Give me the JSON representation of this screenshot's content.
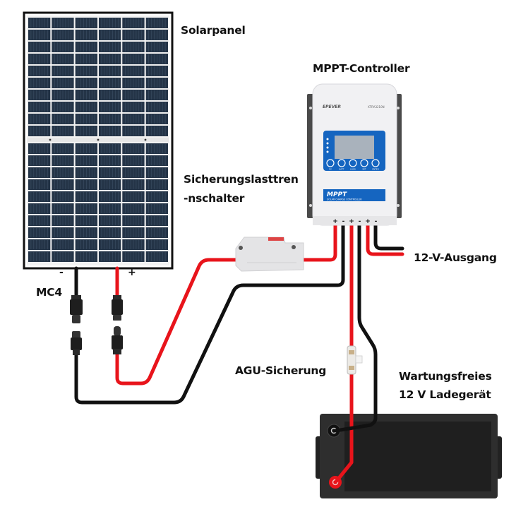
{
  "labels": {
    "solar_panel": "Solarpanel",
    "mppt_controller": "MPPT-Controller",
    "breaker_line1": "Sicherungslasttren",
    "breaker_line2": "-nschalter",
    "output_12v": "12-V-Ausgang",
    "mc4": "MC4",
    "agu_fuse": "AGU-Sicherung",
    "battery_line1": "Wartungsfreies",
    "battery_line2": "12 V Ladegerät"
  },
  "panel": {
    "negative_sign": "-",
    "positive_sign": "+",
    "columns": 6,
    "rows_per_half": 10
  },
  "controller": {
    "brand": "EPEVER",
    "model": "XTRA3210N",
    "badge_title": "MPPT",
    "badge_subtitle": "SOLAR CHARGE CONTROLLER",
    "terminal_signs": [
      "+",
      "-",
      "+",
      "-",
      "+",
      "-"
    ],
    "buttons": [
      "PV",
      "BATT",
      "LOAD",
      "SET",
      "ENTER"
    ]
  },
  "colors": {
    "wire_positive": "#e8141b",
    "wire_negative": "#111111",
    "panel_cell": "#243447",
    "controller_blue": "#1565c0",
    "battery_body": "#2b2b2b"
  }
}
